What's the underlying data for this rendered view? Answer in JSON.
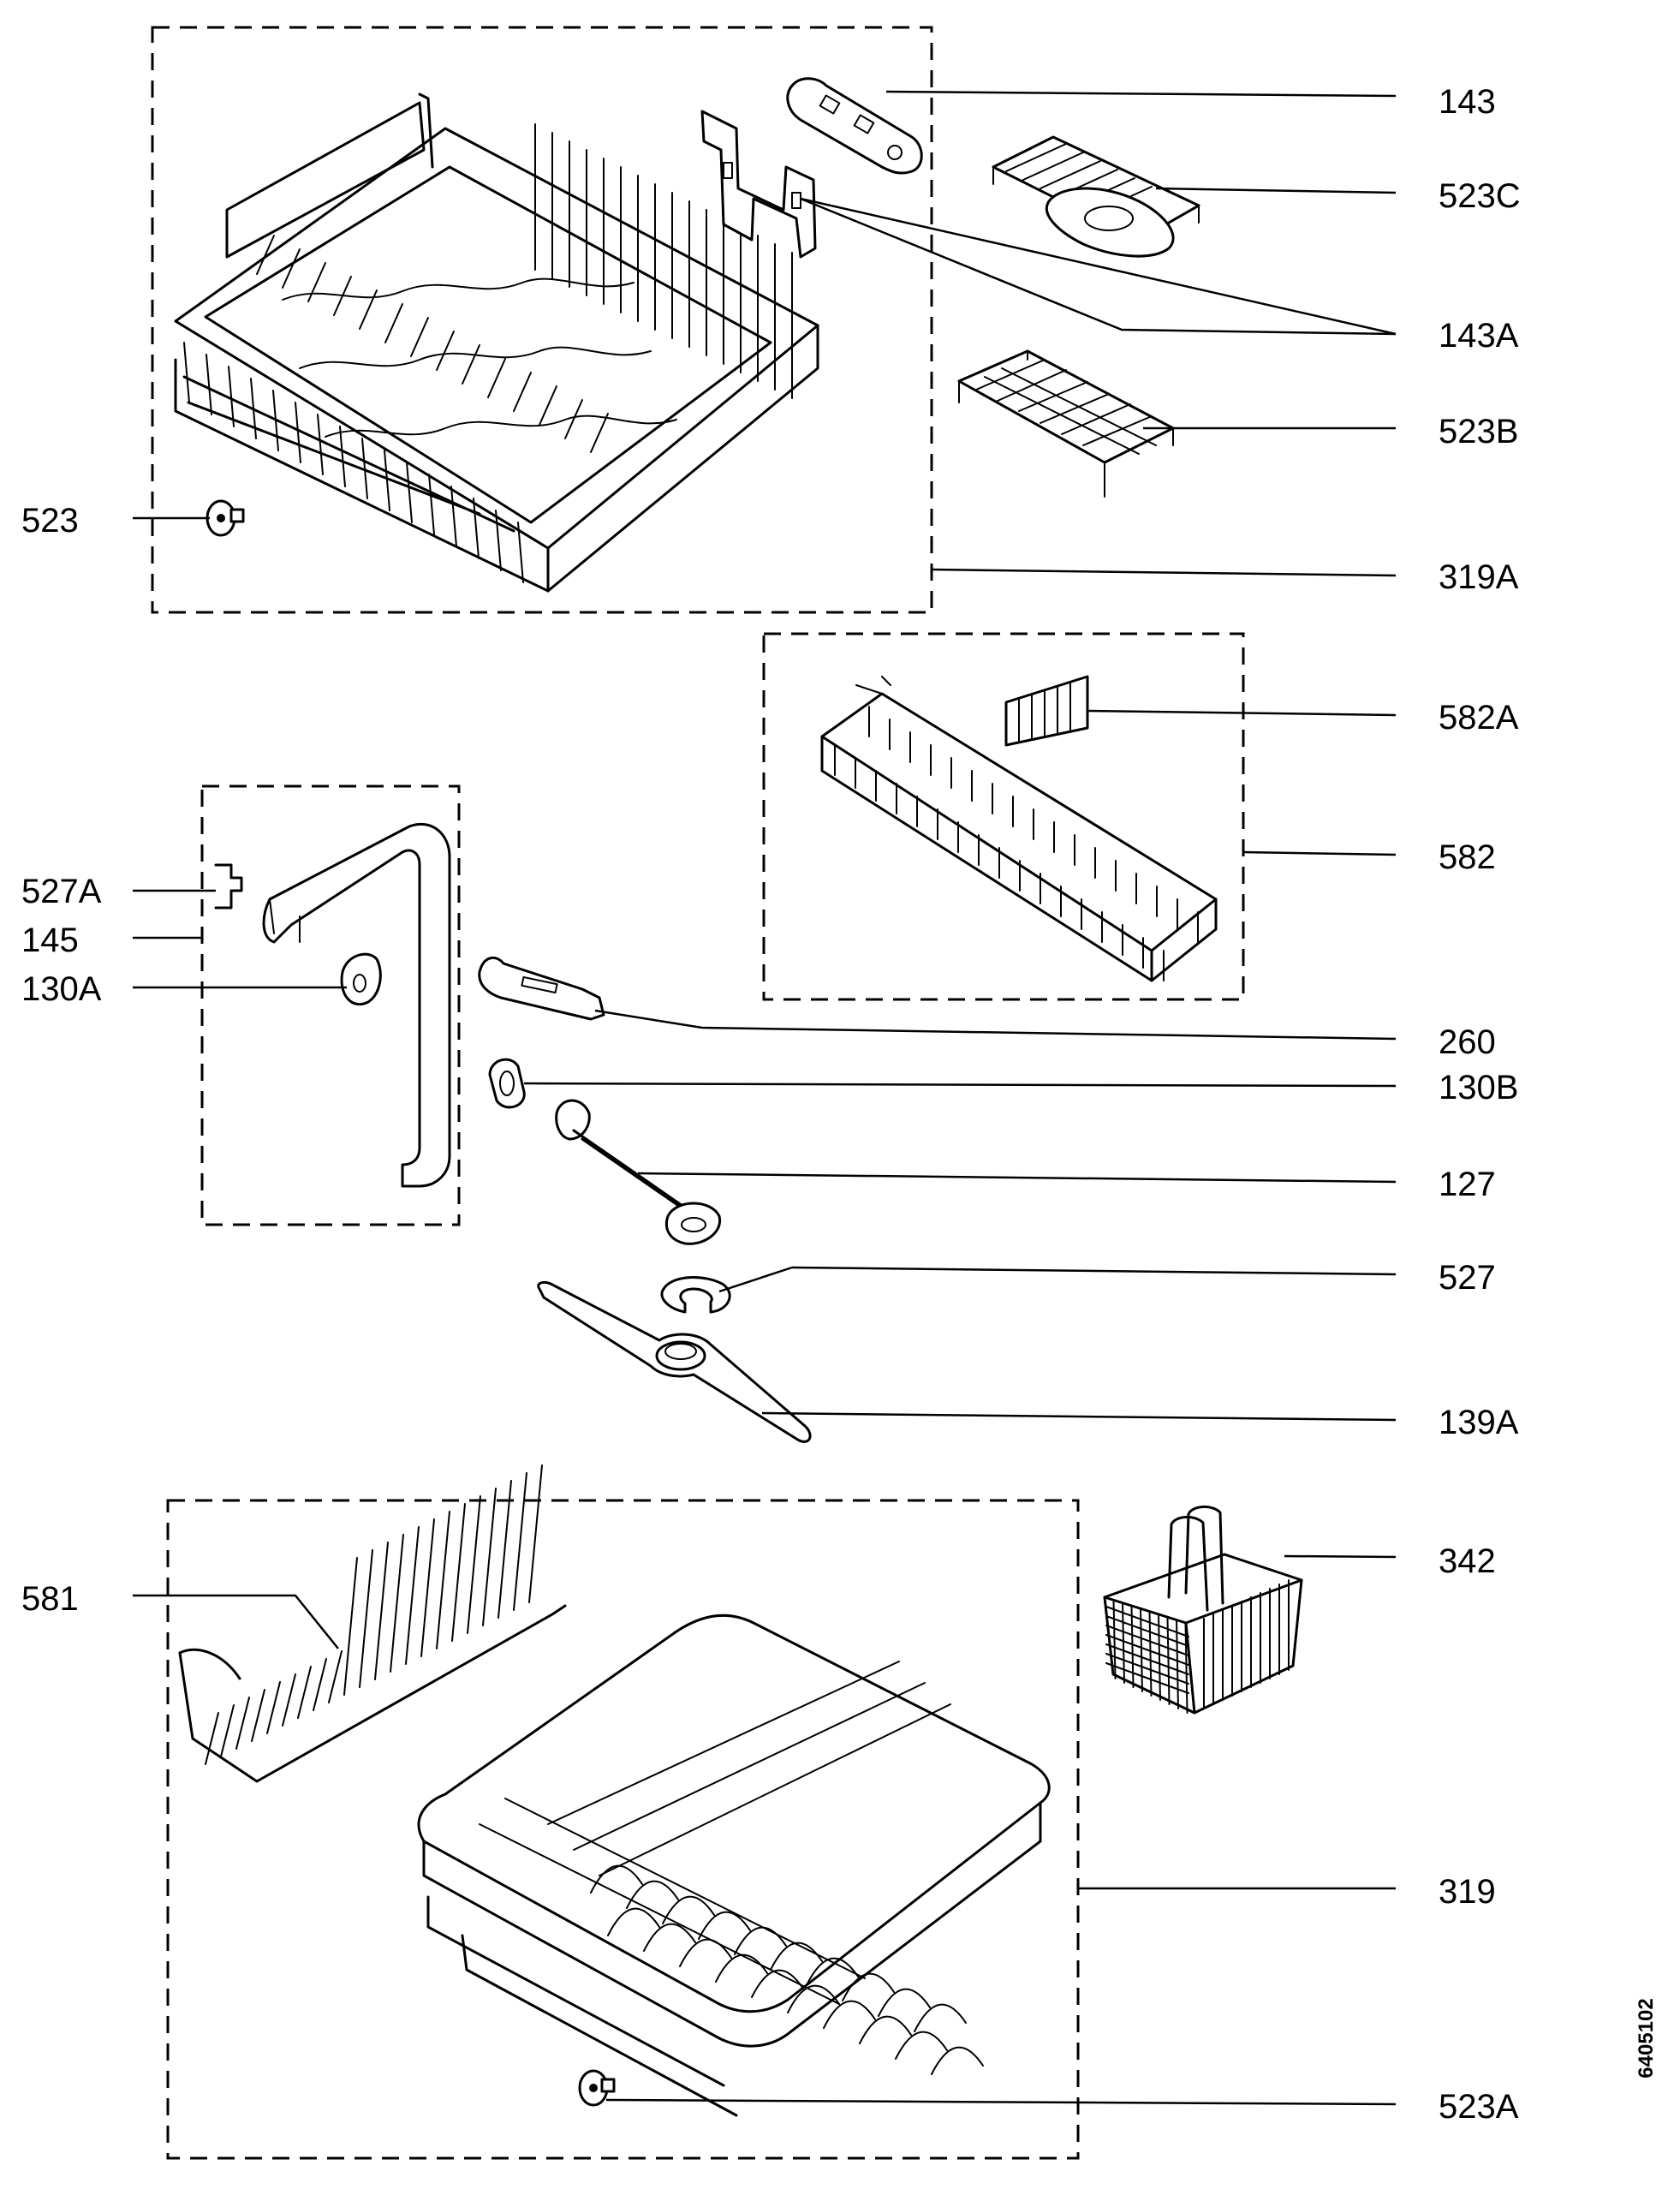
{
  "diagram": {
    "drawing_number": "6405102",
    "parts": [
      {
        "id": "143",
        "label": "143"
      },
      {
        "id": "523C",
        "label": "523C"
      },
      {
        "id": "143A",
        "label": "143A"
      },
      {
        "id": "523B",
        "label": "523B"
      },
      {
        "id": "523",
        "label": "523"
      },
      {
        "id": "319A",
        "label": "319A"
      },
      {
        "id": "582A",
        "label": "582A"
      },
      {
        "id": "582",
        "label": "582"
      },
      {
        "id": "527A",
        "label": "527A"
      },
      {
        "id": "145",
        "label": "145"
      },
      {
        "id": "130A",
        "label": "130A"
      },
      {
        "id": "260",
        "label": "260"
      },
      {
        "id": "130B",
        "label": "130B"
      },
      {
        "id": "127",
        "label": "127"
      },
      {
        "id": "527",
        "label": "527"
      },
      {
        "id": "139A",
        "label": "139A"
      },
      {
        "id": "342",
        "label": "342"
      },
      {
        "id": "581",
        "label": "581"
      },
      {
        "id": "319",
        "label": "319"
      },
      {
        "id": "523A",
        "label": "523A"
      }
    ]
  }
}
